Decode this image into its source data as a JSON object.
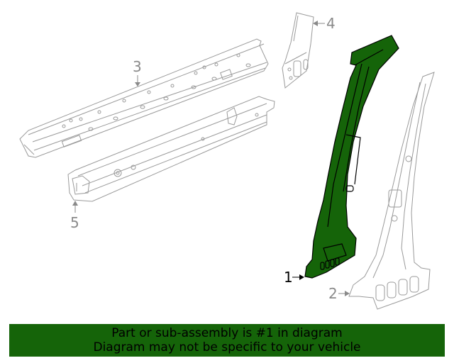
{
  "diagram": {
    "highlight_color": "#156409",
    "outline_color": "#9a9a9a",
    "parts": [
      {
        "number": "1",
        "label": "1",
        "highlighted": true,
        "description": "pillar-reinforcement (green)"
      },
      {
        "number": "2",
        "label": "2",
        "highlighted": false,
        "description": "outer pillar panel"
      },
      {
        "number": "3",
        "label": "3",
        "highlighted": false,
        "description": "upper rocker rail"
      },
      {
        "number": "4",
        "label": "4",
        "highlighted": false,
        "description": "upper bracket"
      },
      {
        "number": "5",
        "label": "5",
        "highlighted": false,
        "description": "lower rocker rail"
      }
    ]
  },
  "banner": {
    "background": "#156409",
    "line1": "Part or sub-assembly is #1 in diagram",
    "line2": "Diagram may not be specific to your vehicle"
  }
}
